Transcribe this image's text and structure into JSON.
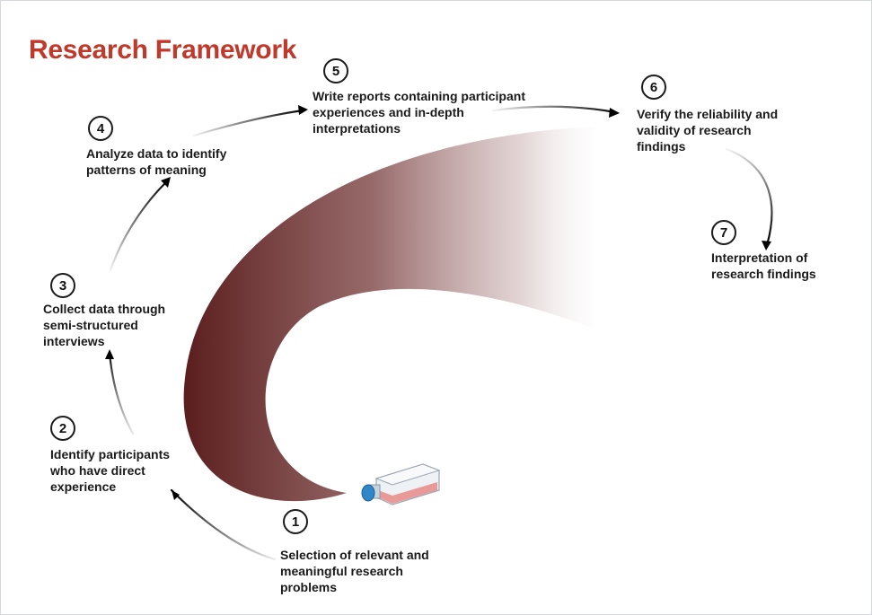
{
  "title": "Research Framework",
  "colors": {
    "title": "#c0392b",
    "ribbon_dark": "#5a1c1c",
    "text": "#1a1a1a"
  },
  "flask": {
    "icon": "cell-culture-flask-icon",
    "cap_color": "#2f86c8",
    "liquid_color": "#e98f8f"
  },
  "steps": [
    {
      "number": "1",
      "label": "Selection of relevant and\nmeaningful research\nproblems"
    },
    {
      "number": "2",
      "label": "Identify participants\nwho have direct\nexperience"
    },
    {
      "number": "3",
      "label": "Collect data through\nsemi-structured\ninterviews"
    },
    {
      "number": "4",
      "label": "Analyze data to identify\npatterns of meaning"
    },
    {
      "number": "5",
      "label": "Write reports containing participant\nexperiences and in-depth\ninterpretations"
    },
    {
      "number": "6",
      "label": "Verify the reliability and\nvalidity of research\nfindings"
    },
    {
      "number": "7",
      "label": "Interpretation of\nresearch findings"
    }
  ]
}
